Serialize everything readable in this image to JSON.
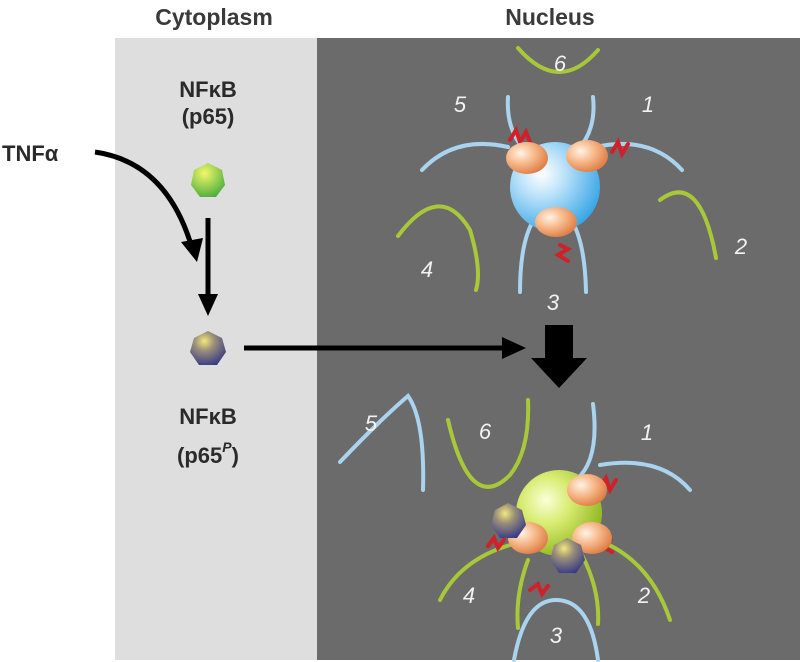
{
  "headers": {
    "cytoplasm": "Cytoplasm",
    "nucleus": "Nucleus"
  },
  "stimulus": "TNFα",
  "protein_top": {
    "name": "NFκB",
    "form": "(p65)"
  },
  "protein_bottom": {
    "name": "NFκB",
    "form_prefix": "(p65",
    "form_superscript": "P",
    "form_suffix": ")"
  },
  "hub_top": {
    "arm_labels": [
      "1",
      "2",
      "3",
      "4",
      "5",
      "6"
    ]
  },
  "hub_bottom": {
    "arm_labels": [
      "1",
      "2",
      "3",
      "4",
      "5",
      "6"
    ]
  },
  "colors": {
    "cytoplasm_bg": "#dedede",
    "nucleus_bg": "#6b6b6b",
    "arm_blue": "#a9d3ee",
    "arm_green": "#a8c83a",
    "squiggle": "#d0202a",
    "arrow": "#000000",
    "bound_node": "#f0a36a",
    "hub_top_sphere": "#79c3ee",
    "hub_bottom_sphere": "#bcd94a",
    "p65_hexagon": "#8fcf3a",
    "p65p_hexagon": "#3a3f8a"
  }
}
